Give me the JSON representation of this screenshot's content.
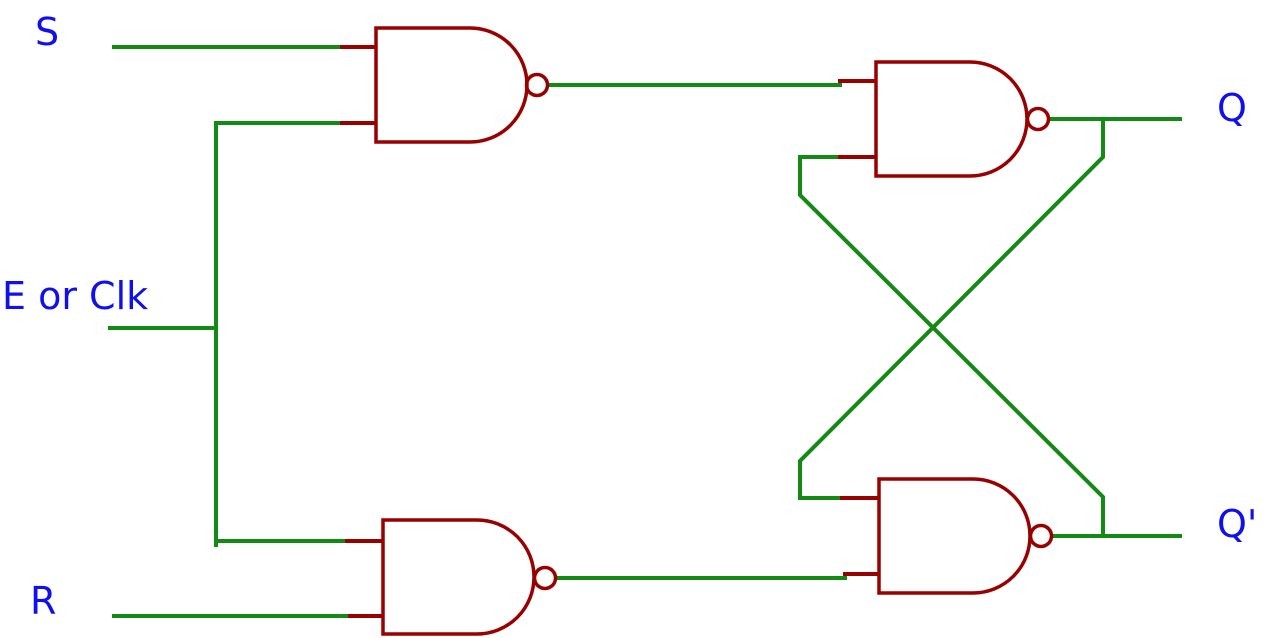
{
  "colors": {
    "wire": "#138a13",
    "gate": "#990000",
    "label": "#1010ee",
    "background": "#ffffff"
  },
  "labels": {
    "s": "S",
    "enable": "E or Clk",
    "r": "R",
    "q": "Q",
    "q_bar": "Q'"
  },
  "gates": [
    {
      "name": "NAND",
      "role": "input gate (S)"
    },
    {
      "name": "NAND",
      "role": "input gate (R)"
    },
    {
      "name": "NAND",
      "role": "latch gate (Q)"
    },
    {
      "name": "NAND",
      "role": "latch gate (Q')"
    }
  ]
}
